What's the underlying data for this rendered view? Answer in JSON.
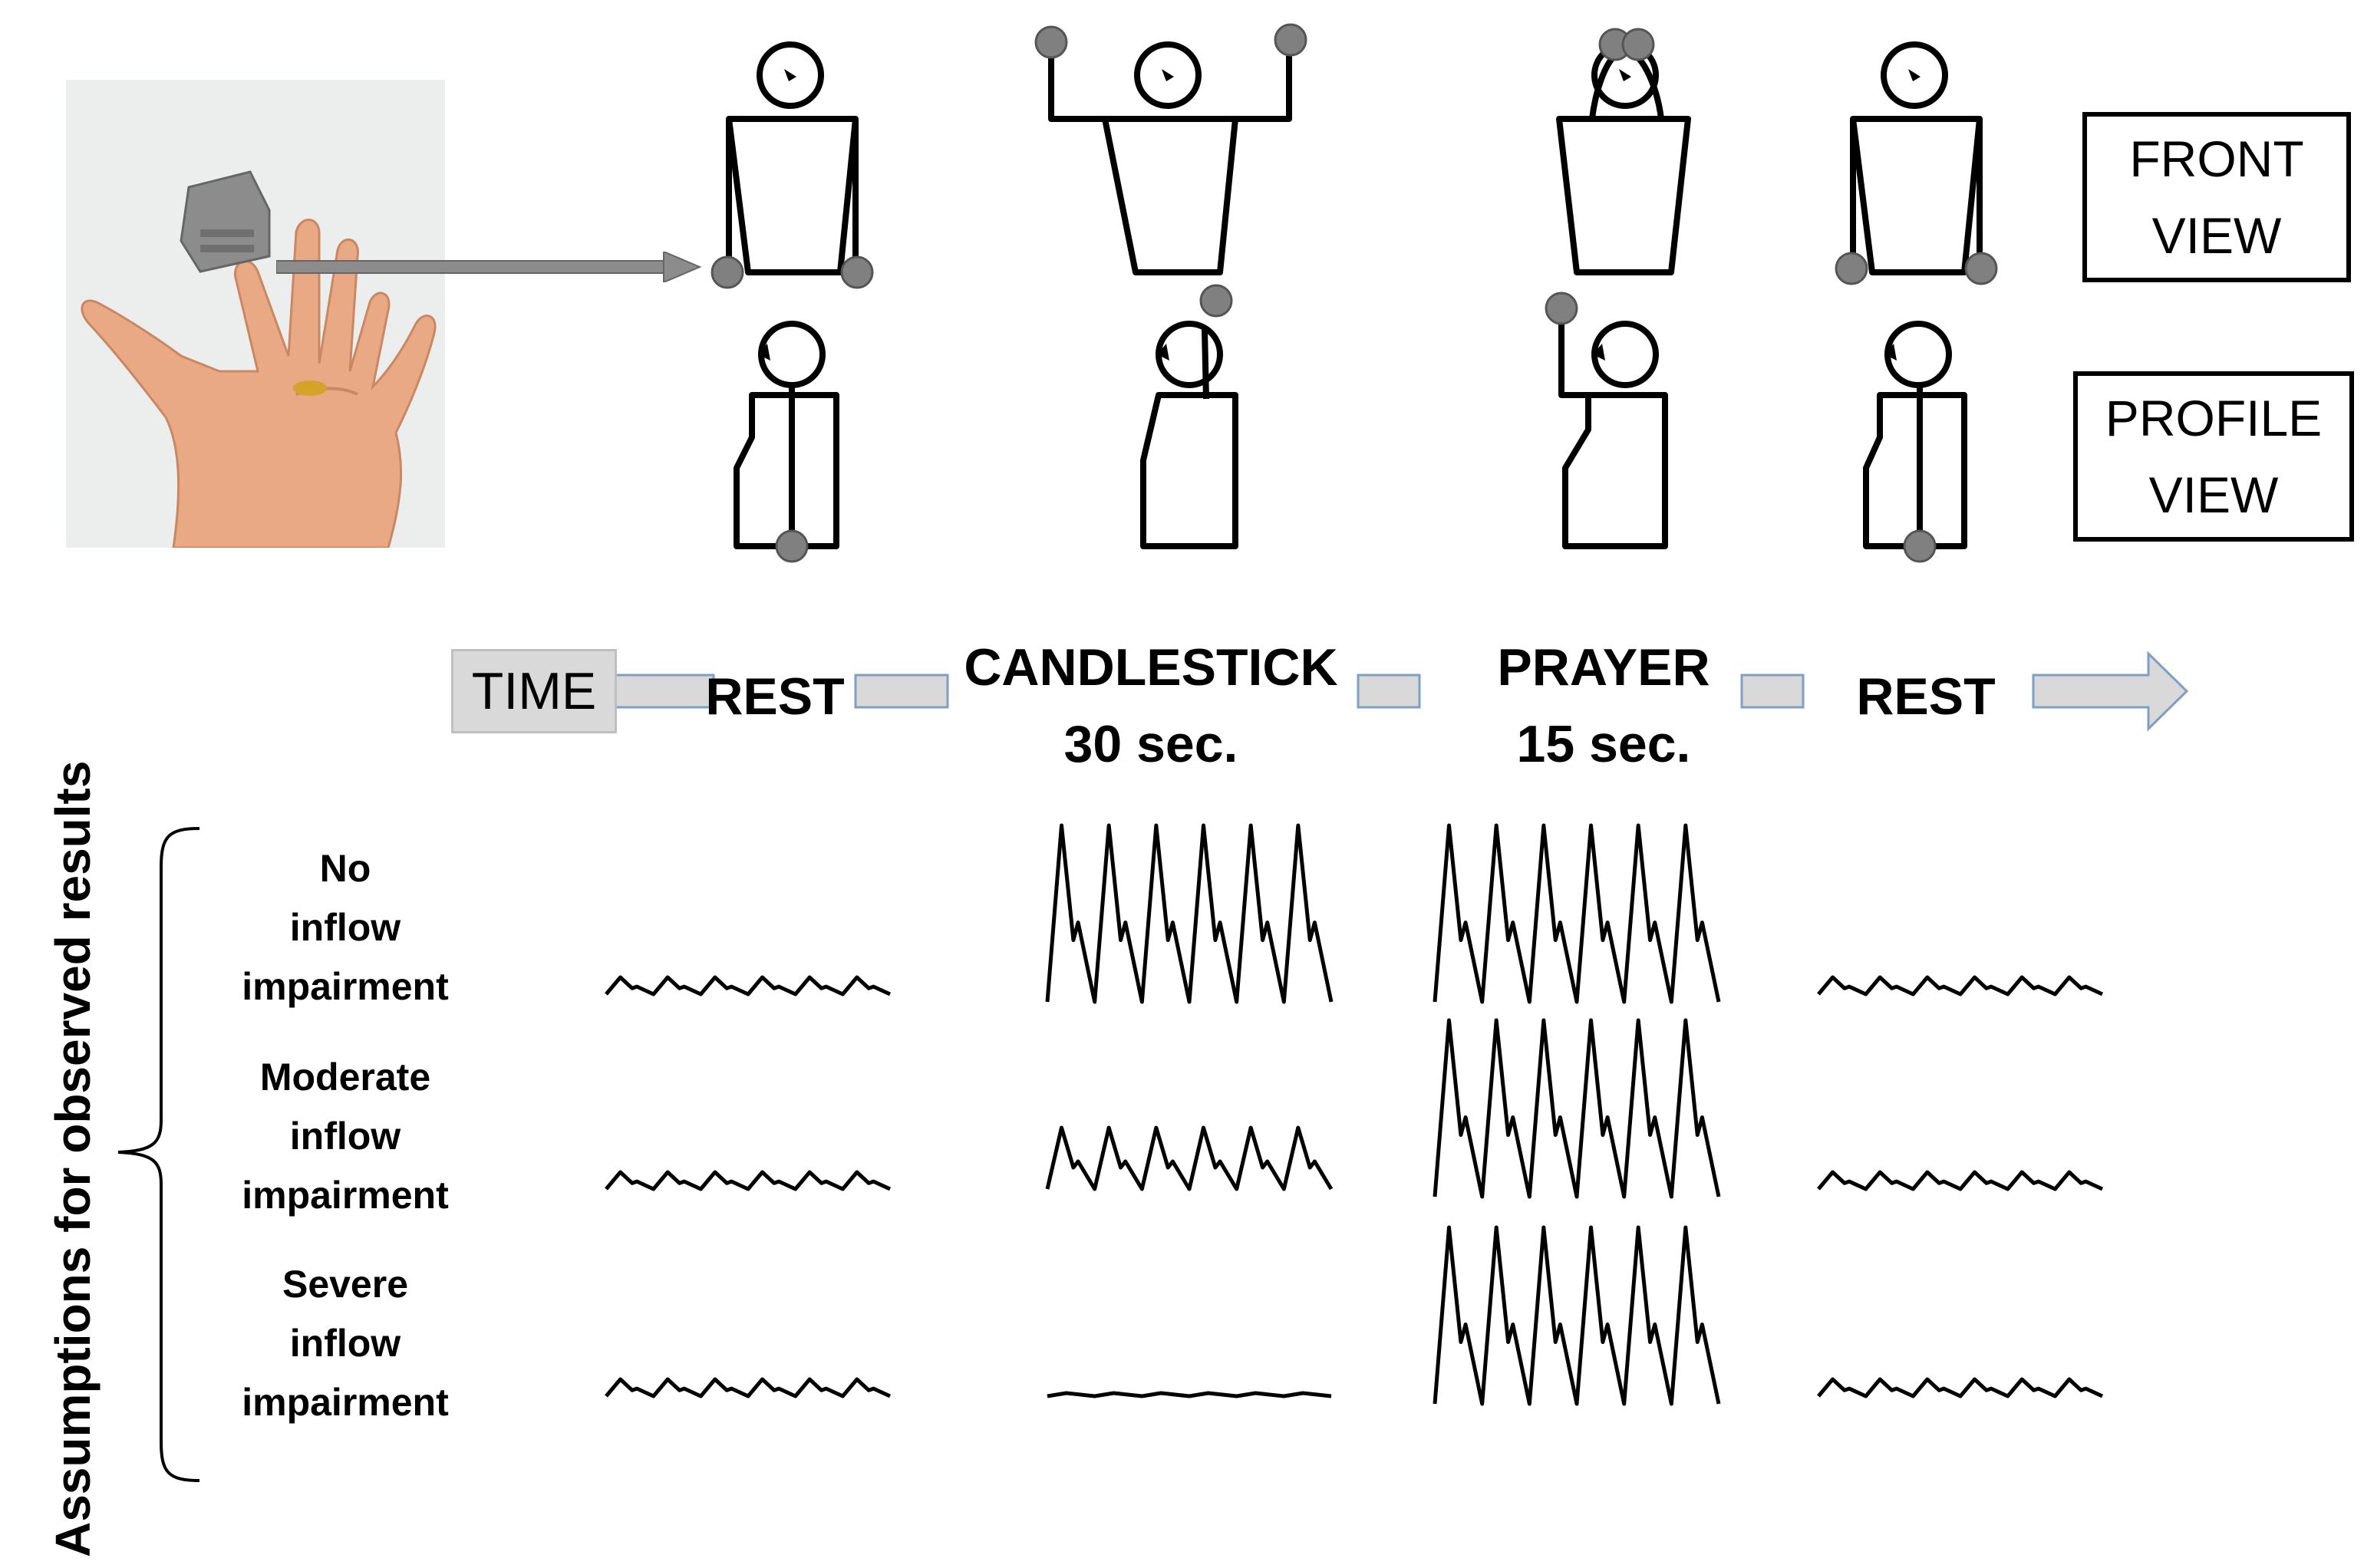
{
  "views": {
    "front": [
      "FRONT",
      "VIEW"
    ],
    "profile": [
      "PROFILE",
      "VIEW"
    ]
  },
  "timeline": {
    "time_label": "TIME",
    "phases": [
      {
        "name": "REST",
        "duration": ""
      },
      {
        "name": "CANDLESTICK",
        "duration": "30 sec."
      },
      {
        "name": "PRAYER",
        "duration": "15 sec."
      },
      {
        "name": "REST",
        "duration": ""
      }
    ]
  },
  "assumptions_label": "Assumptions for observed results",
  "rows": [
    {
      "label": [
        "No",
        "inflow",
        "impairment"
      ],
      "amplitudes": [
        "small",
        "large",
        "large",
        "small"
      ]
    },
    {
      "label": [
        "Moderate",
        "inflow",
        "impairment"
      ],
      "amplitudes": [
        "small",
        "medium",
        "large",
        "small"
      ]
    },
    {
      "label": [
        "Severe",
        "inflow",
        "impairment"
      ],
      "amplitudes": [
        "small",
        "flat",
        "large",
        "small"
      ]
    }
  ],
  "colors": {
    "line": "#000000",
    "arrow_fill": "#d9d9d9",
    "arrow_stroke": "#7f9fc4",
    "ball": "#808080",
    "probe": "#8c8c8c",
    "photo_bg": "#eceeee",
    "skin": "#e8a984"
  }
}
